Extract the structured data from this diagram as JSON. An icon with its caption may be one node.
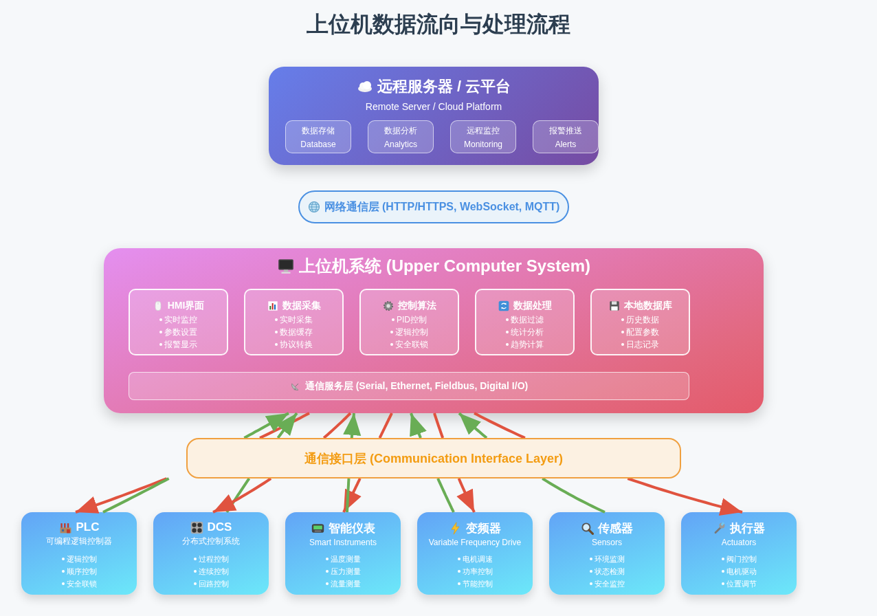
{
  "diagram": {
    "title": "上位机数据流向与处理流程",
    "nodes": [
      {
        "text": [
          "远程服务器 / 云平台",
          "Remote Server / Cloud Platform"
        ]
      },
      {
        "text": [
          "数据存储",
          "Database"
        ],
        "in": 0
      },
      {
        "text": [
          "数据分析",
          "Analytics"
        ],
        "in": 0
      },
      {
        "text": [
          "远程监控",
          "Monitoring"
        ],
        "in": 0
      },
      {
        "text": [
          "报警推送",
          "Alerts"
        ],
        "in": 0
      },
      {
        "text": [
          "网络通信层 (HTTP/HTTPS, WebSocket, MQTT)"
        ]
      },
      {
        "text": [
          "上位机系统 (Upper Computer System)"
        ]
      },
      {
        "text": [
          "HMI界面",
          "实时监控",
          "参数设置",
          "报警显示"
        ],
        "in": 6
      },
      {
        "text": [
          "数据采集",
          "实时采集",
          "数据缓存",
          "协议转换"
        ],
        "in": 6
      },
      {
        "text": [
          "控制算法",
          "PID控制",
          "逻辑控制",
          "安全联锁"
        ],
        "in": 6
      },
      {
        "text": [
          "数据处理",
          "数据过滤",
          "统计分析",
          "趋势计算"
        ],
        "in": 6
      },
      {
        "text": [
          "本地数据库",
          "历史数据",
          "配置参数",
          "日志记录"
        ],
        "in": 6
      },
      {
        "text": [
          "通信服务层 (Serial, Ethernet, Fieldbus, Digital I/O)"
        ],
        "in": 6
      },
      {
        "text": [
          "通信接口层 (Communication Interface Layer)"
        ]
      },
      {
        "text": [
          "PLC",
          "可编程逻辑控制器",
          "逻辑控制",
          "顺序控制",
          "安全联锁"
        ]
      },
      {
        "text": [
          "DCS",
          "分布式控制系统",
          "过程控制",
          "连续控制",
          "回路控制"
        ]
      },
      {
        "text": [
          "智能仪表",
          "Smart Instruments",
          "温度测量",
          "压力测量",
          "流量测量"
        ]
      },
      {
        "text": [
          "变频器",
          "Variable Frequency Drive",
          "电机调速",
          "功率控制",
          "节能控制"
        ]
      },
      {
        "text": [
          "传感器",
          "Sensors",
          "环境监测",
          "状态检测",
          "安全监控"
        ]
      },
      {
        "text": [
          "执行器",
          "Actuators",
          "阀门控制",
          "电机驱动",
          "位置调节"
        ]
      }
    ],
    "edges": [
      {
        "from": 6,
        "to": 13,
        "arrow": "none",
        "color": "#e0533f"
      },
      {
        "from": 13,
        "to": 14,
        "arrow": "to",
        "color": "#e0533f"
      },
      {
        "from": 14,
        "to": 13,
        "arrow": "none",
        "color": "#69ad55"
      },
      {
        "from": 13,
        "to": 6,
        "arrow": "to",
        "color": "#69ad55"
      },
      {
        "from": 15,
        "to": 13,
        "arrow": "none",
        "color": "#69ad55"
      },
      {
        "from": 13,
        "to": 6,
        "arrow": "to",
        "color": "#69ad55"
      },
      {
        "from": 6,
        "to": 13,
        "arrow": "none",
        "color": "#e0533f"
      },
      {
        "from": 13,
        "to": 15,
        "arrow": "to",
        "color": "#e0533f"
      },
      {
        "from": 6,
        "to": 13,
        "arrow": "none",
        "color": "#e0533f"
      },
      {
        "from": 13,
        "to": 16,
        "arrow": "to",
        "color": "#e0533f"
      },
      {
        "from": 16,
        "to": 13,
        "arrow": "none",
        "color": "#69ad55"
      },
      {
        "from": 13,
        "to": 6,
        "arrow": "to",
        "color": "#69ad55"
      },
      {
        "from": 17,
        "to": 13,
        "arrow": "none",
        "color": "#69ad55"
      },
      {
        "from": 13,
        "to": 6,
        "arrow": "to",
        "color": "#69ad55"
      },
      {
        "from": 6,
        "to": 13,
        "arrow": "none",
        "color": "#e0533f"
      },
      {
        "from": 13,
        "to": 17,
        "arrow": "to",
        "color": "#e0533f"
      },
      {
        "from": 18,
        "to": 13,
        "arrow": "none",
        "color": "#69ad55"
      },
      {
        "from": 13,
        "to": 6,
        "arrow": "to",
        "color": "#69ad55"
      },
      {
        "from": 6,
        "to": 13,
        "arrow": "none",
        "color": "#e0533f"
      },
      {
        "from": 13,
        "to": 19,
        "arrow": "to",
        "color": "#e0533f"
      }
    ]
  }
}
